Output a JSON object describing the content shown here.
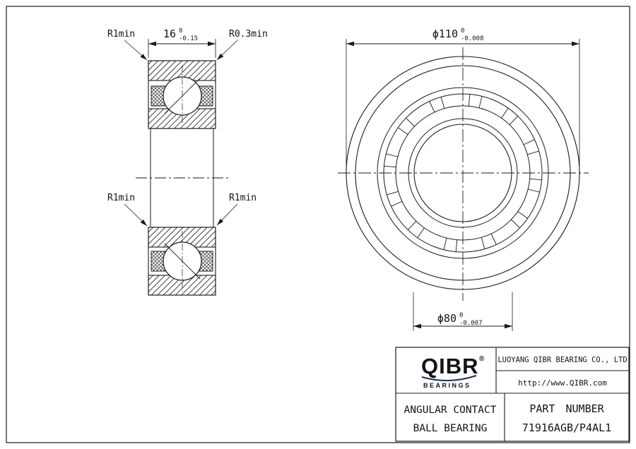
{
  "drawing": {
    "section_view": {
      "width_dim": {
        "value": "16",
        "tol_upper": "0",
        "tol_lower": "-0.15"
      },
      "fillet_top_left": "R1min",
      "fillet_top_right": "R0.3min",
      "fillet_mid_left": "R1min",
      "fillet_mid_right": "R1min"
    },
    "front_view": {
      "outer_dia": {
        "value": "ϕ110",
        "tol_upper": "0",
        "tol_lower": "-0.008"
      },
      "bore_dia": {
        "value": "ϕ80",
        "tol_upper": "0",
        "tol_lower": "-0.007"
      }
    }
  },
  "title_block": {
    "brand": "QIBR",
    "brand_reg": "®",
    "brand_sub": "BEARINGS",
    "company": "LUOYANG QIBR BEARING CO., LTD",
    "website": "http://www.QIBR.com",
    "product_line1": "ANGULAR CONTACT",
    "product_line2": "BALL BEARING",
    "part_label": "PART NUMBER",
    "part_number": "71916AGB/P4AL1"
  },
  "colors": {
    "line": "#1a1a1a",
    "brand_navy": "#1c2f68"
  }
}
